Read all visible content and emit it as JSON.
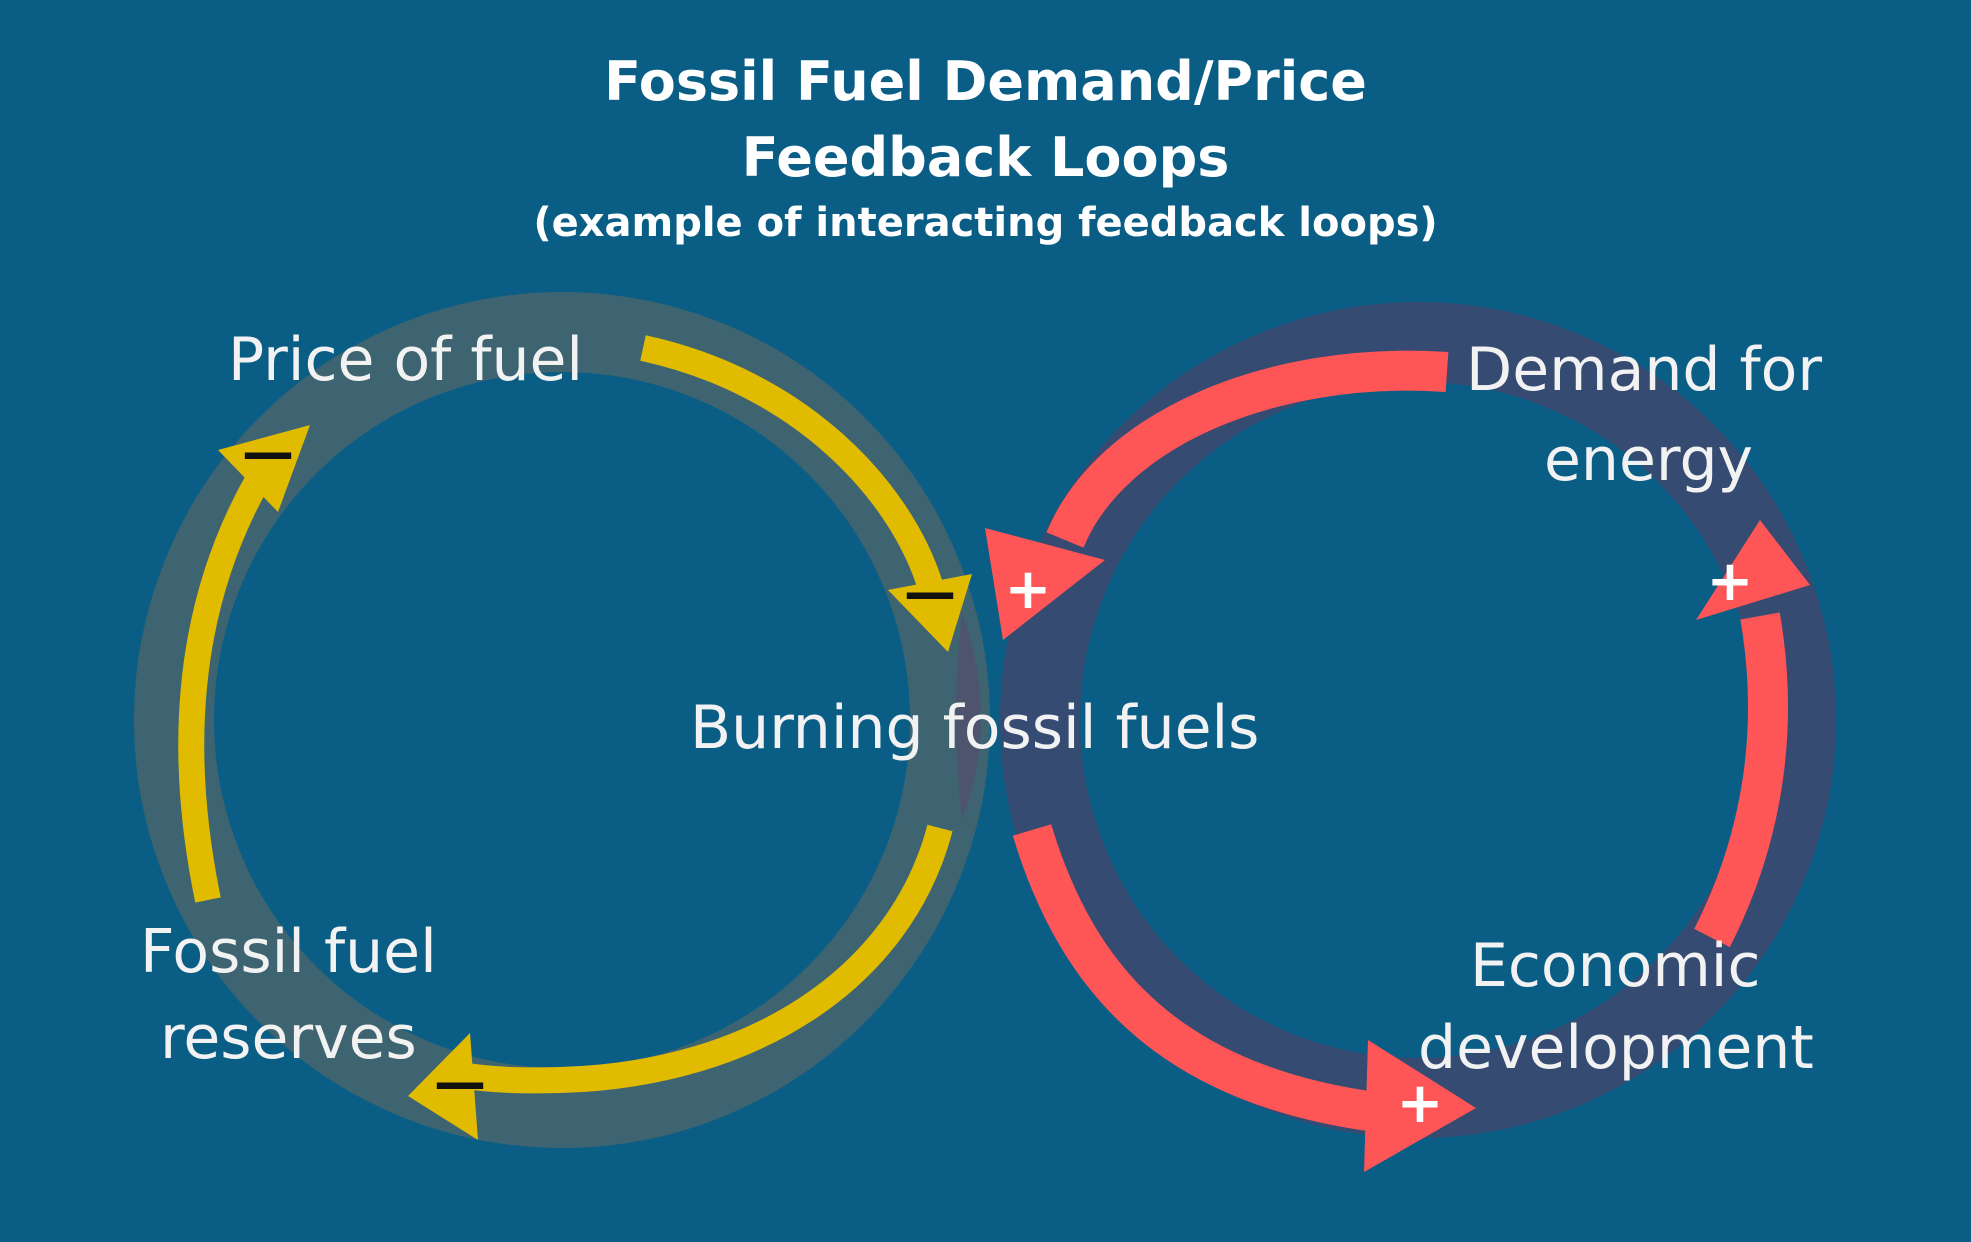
{
  "title_line1": "Fossil Fuel Demand/Price",
  "title_line2": "Feedback Loops",
  "subtitle": "(example of interacting feedback loops)",
  "nodes": {
    "price_of_fuel": "Price of fuel",
    "burning_fossil_fuels": "Burning fossil fuels",
    "fossil_fuel_reserves_line1": "Fossil fuel",
    "fossil_fuel_reserves_line2": "reserves",
    "demand_for_energy_line1": "Demand for",
    "demand_for_energy_line2": "energy",
    "economic_development_line1": "Economic",
    "economic_development_line2": "development"
  },
  "signs": {
    "negative": "—",
    "positive": "+"
  },
  "colors": {
    "background": "#0a5e86",
    "left_loop_ring": "#3d6470",
    "right_loop_ring": "#3a4a70",
    "left_loop_arrows": "#e0bb00",
    "right_loop_arrows": "#fe5557",
    "text": "#f2f2f2"
  }
}
